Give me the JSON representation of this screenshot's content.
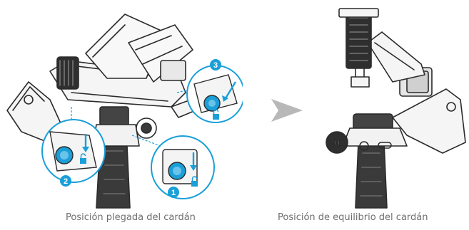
{
  "illustration": {
    "accent_color": "#1a9fd8",
    "arrow_color": "#b8b8b8",
    "callouts": [
      {
        "number": "1",
        "icon": "lock-icon"
      },
      {
        "number": "2",
        "icon": "lock-icon"
      },
      {
        "number": "3",
        "icon": "lock-icon"
      }
    ],
    "logo_icon": "brand-logo-icon"
  },
  "captions": {
    "folded": "Posición plegada del cardán",
    "balanced": "Posición de equilibrio del cardán"
  }
}
